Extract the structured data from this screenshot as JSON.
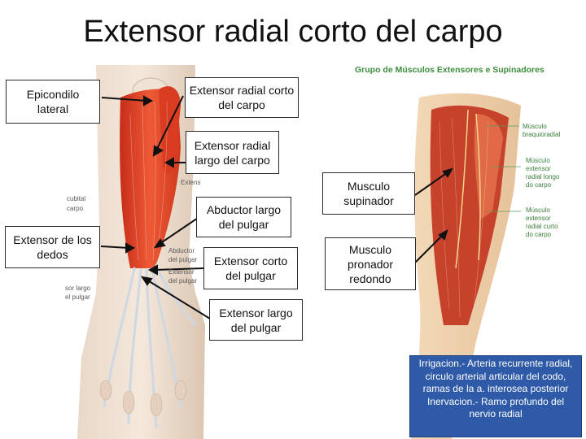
{
  "title": "Extensor radial corto del carpo",
  "right_image_heading": "Grupo de Músculos Extensores e Supinadores",
  "callouts": {
    "epicondilo": "Epicondilo lateral",
    "ext_rad_corto": "Extensor radial corto del carpo",
    "ext_rad_largo": "Extensor radial largo del carpo",
    "abductor": "Abductor largo del pulgar",
    "ext_dedos": "Extensor de los dedos",
    "ext_corto_pulgar": "Extensor corto del pulgar",
    "ext_largo_pulgar": "Extensor largo del pulgar",
    "supinador": "Musculo supinador",
    "pronador": "Musculo pronador redondo"
  },
  "left_image_labels": {
    "extens": "Extens",
    "cubital": "cubital",
    "carpo": "carpo",
    "abductor": "Abductor",
    "del_pulgar1": "del pulgar",
    "extensor": "Extensor",
    "del_pulgar2": "del pulgar",
    "sor_largo": "sor largo",
    "el_pulgar": "el pulgar"
  },
  "right_image_labels": {
    "braq1": "Músculo",
    "braq2": "braquioradial",
    "erl1": "Músculo",
    "erl2": "extensor",
    "erl3": "radial longo",
    "erl4": "do carpo",
    "erc1": "Músculo",
    "erc2": "extensor",
    "erc3": "radial curto",
    "erc4": "do carpo"
  },
  "info": {
    "line1": "Irrigacion.- Arteria recurrente radial, circulo arterial articular del codo, ramas  de la  a. interosea posterior",
    "line2": "Inervacion.- Ramo profundo del nervio radial"
  },
  "colors": {
    "muscle": "#e8452a",
    "info_bg": "#2e5aa8",
    "heading_green": "#3c8b3c"
  }
}
